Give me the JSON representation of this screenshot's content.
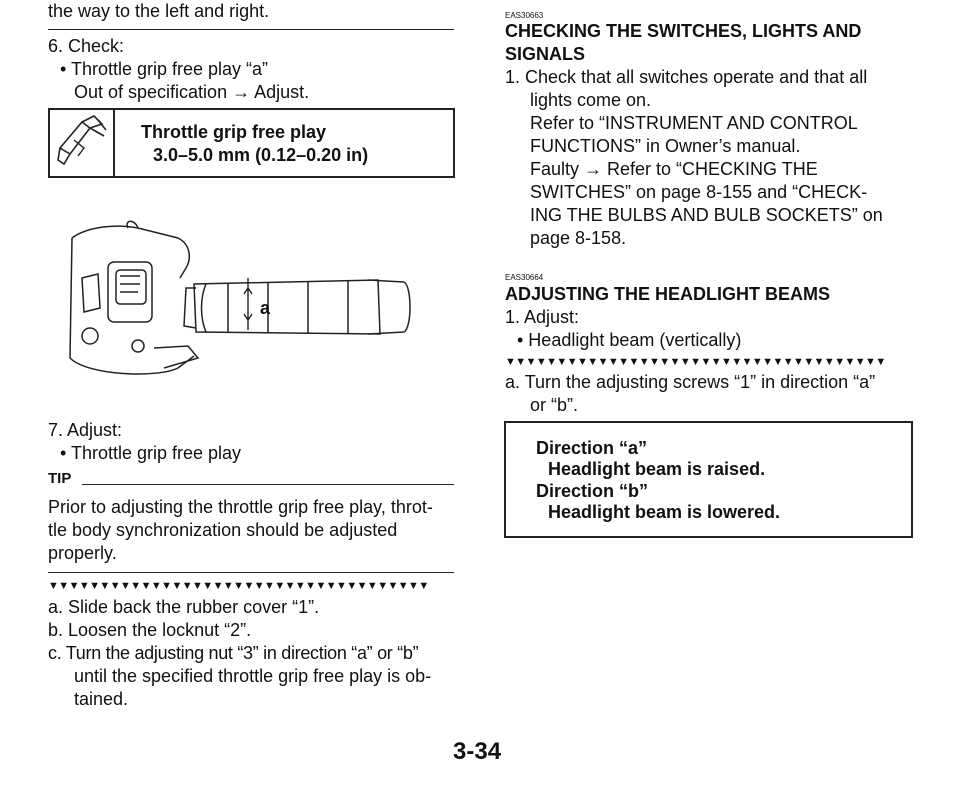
{
  "left": {
    "intro_line": "the way to the left and right.",
    "step6": {
      "label": "6. Check:",
      "bullet": "• Throttle grip free play “a”",
      "sub": "Out of specification → Adjust."
    },
    "spec": {
      "title": "Throttle grip free play",
      "value": "3.0–5.0 mm (0.12–0.20 in)"
    },
    "figure": {
      "label_a": "a"
    },
    "step7": {
      "label": "7. Adjust:",
      "bullet": "• Throttle grip free play"
    },
    "tip": {
      "label": "TIP",
      "lines": [
        "Prior to adjusting the throttle grip free play, throt-",
        "tle body synchronization should be adjusted",
        "properly."
      ]
    },
    "triangles": "▼▼▼▼▼▼▼▼▼▼▼▼▼▼▼▼▼▼▼▼▼▼▼▼▼▼▼▼▼▼▼▼▼▼▼▼▼",
    "steps": [
      "a. Slide back the rubber cover “1”.",
      "b. Loosen the locknut “2”.",
      "c. Turn the adjusting nut “3” in direction “a” or “b”",
      "until the specified throttle grip free play is ob-",
      "tained."
    ]
  },
  "right": {
    "code1": "EAS30663",
    "heading1": [
      "CHECKING THE SWITCHES, LIGHTS AND",
      "SIGNALS"
    ],
    "check_lines": [
      "1. Check that all switches operate and that all",
      "lights come on.",
      "Refer to “INSTRUMENT AND CONTROL",
      "FUNCTIONS” in Owner’s manual.",
      "Faulty → Refer to “CHECKING THE",
      "SWITCHES” on page 8-155 and “CHECK-",
      "ING THE BULBS AND BULB SOCKETS” on",
      "page 8-158."
    ],
    "code2": "EAS30664",
    "heading2": "ADJUSTING THE HEADLIGHT BEAMS",
    "adjust": "1. Adjust:",
    "adjust_bullet": "• Headlight beam (vertically)",
    "triangles": "▼▼▼▼▼▼▼▼▼▼▼▼▼▼▼▼▼▼▼▼▼▼▼▼▼▼▼▼▼▼▼▼▼▼▼▼▼",
    "step_a": [
      "a. Turn the adjusting screws “1” in direction “a”",
      "or “b”."
    ],
    "box": [
      "Direction “a”",
      "Headlight beam is raised.",
      "Direction “b”",
      "Headlight beam is lowered."
    ]
  },
  "page_number": "3-34"
}
